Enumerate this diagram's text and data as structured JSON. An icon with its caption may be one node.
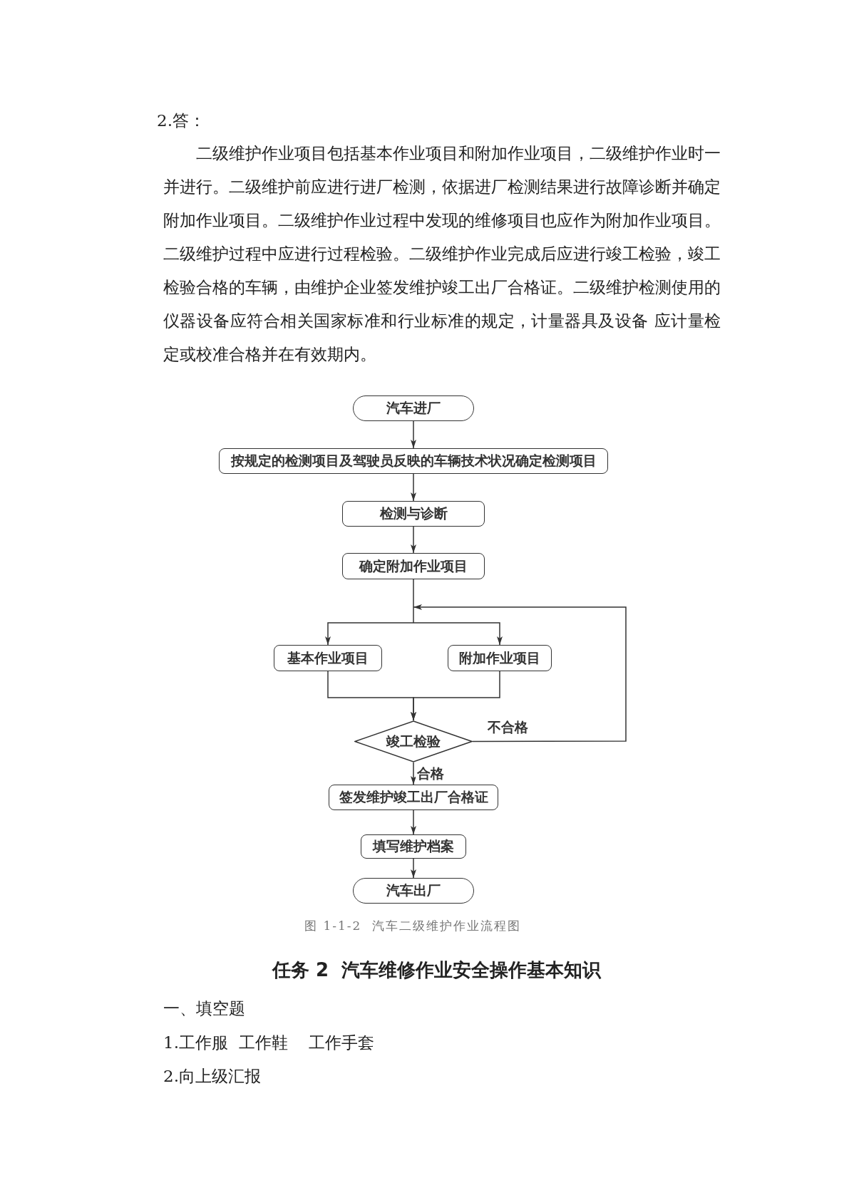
{
  "diagram": {
    "caption": "图 1-1-2  汽车二级维护作业流程图",
    "nodes": [
      {
        "text": [
          "汽车进厂"
        ]
      },
      {
        "text": [
          "按规定的检测项目及驾驶员反映的车辆技术状况确定检测项目"
        ]
      },
      {
        "text": [
          "检测与诊断"
        ]
      },
      {
        "text": [
          "确定附加作业项目"
        ]
      },
      {
        "text": [
          "基本作业项目"
        ]
      },
      {
        "text": [
          "附加作业项目"
        ]
      },
      {
        "text": [
          "竣工检验"
        ]
      },
      {
        "text": [
          "签发维护竣工出厂合格证"
        ]
      },
      {
        "text": [
          "填写维护档案"
        ]
      },
      {
        "text": [
          "汽车出厂"
        ]
      }
    ],
    "edges": [
      {
        "from": 0,
        "to": 1,
        "arrow": "to"
      },
      {
        "from": 1,
        "to": 2,
        "arrow": "to"
      },
      {
        "from": 2,
        "to": 3,
        "arrow": "to"
      },
      {
        "from": 3,
        "to": 4,
        "arrow": "to"
      },
      {
        "from": 3,
        "to": 5,
        "arrow": "to"
      },
      {
        "from": 4,
        "to": 6,
        "arrow": "to"
      },
      {
        "from": 5,
        "to": 6,
        "arrow": "to"
      },
      {
        "from": 6,
        "to": 7,
        "arrow": "to",
        "label": "合格"
      },
      {
        "from": 6,
        "to": 4,
        "arrow": "to",
        "label": "不合格"
      },
      {
        "from": 6,
        "to": 5,
        "arrow": "to"
      },
      {
        "from": 7,
        "to": 8,
        "arrow": "to"
      },
      {
        "from": 8,
        "to": 9,
        "arrow": "to"
      }
    ],
    "labels": [
      "2.答：",
      "二级维护作业项目包括基本作业项目和附加作业项目，二级维护作业时一并进行。二级维护前应进行进厂检测，依据进厂检测结果进行故障诊断并确定附加作业项目。二级维护作业过程中发现的维修项目也应作为附加作业项目。二级维护过程中应进行过程检验。二级维护作业完成后应进行竣工检验，竣工检验合格的车辆，由维护企业签发维护竣工出厂合格证。二级维护检测使用的仪器设备应符合相关国家标准和行业标准的规定，计量器具及设备 应计量检定或校准合格并在有效期内。",
      "任务 2  汽车维修作业安全操作基本知识",
      "一、填空题",
      "1.工作服  工作鞋    工作手套",
      "2.向上级汇报"
    ]
  }
}
